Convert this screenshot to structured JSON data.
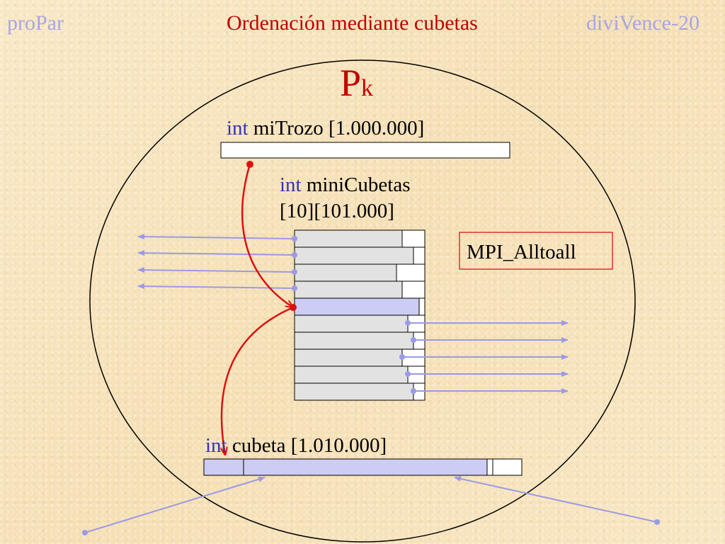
{
  "header": {
    "left": "proPar",
    "title": "Ordenación mediante cubetas",
    "right": "diviVence-20"
  },
  "process": {
    "letter": "P",
    "subscript": "k"
  },
  "arrays": {
    "keyword": "int",
    "mitrozo": "miTrozo [1.000.000]",
    "minicubetas_line1": "miniCubetas",
    "minicubetas_line2": "[10][101.000]",
    "cubeta": "cubeta [1.010.000]"
  },
  "mpi_label": "MPI_Alltoall",
  "colors": {
    "header_side": "#a7a6e4",
    "title": "#c00000",
    "keyword": "#3333bb",
    "arrow_blue": "#9a9ae6",
    "arrow_red": "#dd1010",
    "cell_fill": "#e2e2e2",
    "highlight_fill": "#ccccf4"
  }
}
